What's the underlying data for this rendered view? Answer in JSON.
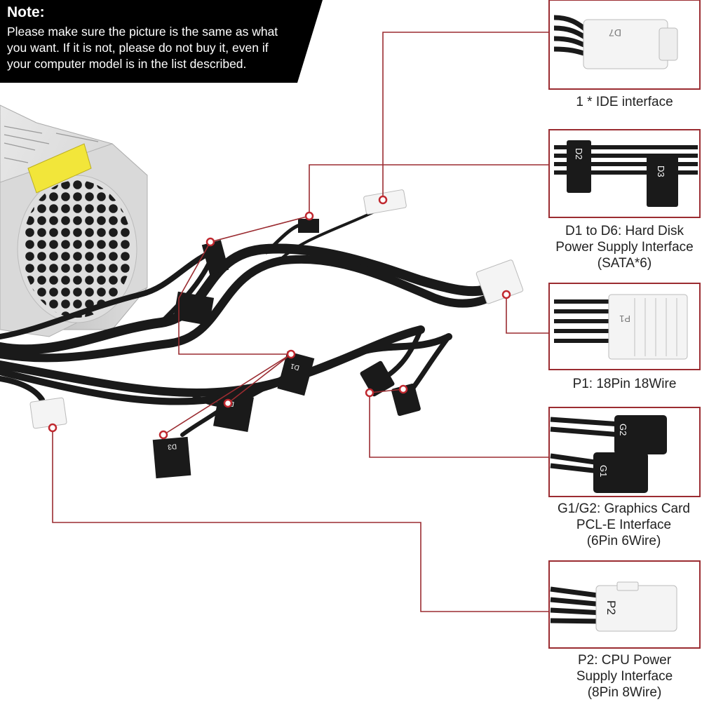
{
  "note": {
    "title": "Note:",
    "lines": [
      "Please make sure the picture is the same as what",
      "you want. If it is not, please do not buy it, even if",
      "your computer model is in the list described."
    ]
  },
  "callouts": {
    "ide": {
      "lines": [
        "1 * IDE interface"
      ]
    },
    "sata": {
      "lines": [
        "D1 to D6: Hard Disk",
        "Power Supply Interface",
        "(SATA*6)"
      ]
    },
    "p1": {
      "lines": [
        "P1:  18Pin 18Wire"
      ]
    },
    "gfx": {
      "lines": [
        "G1/G2: Graphics Card",
        "PCL-E Interface",
        "(6Pin 6Wire)"
      ]
    },
    "p2": {
      "lines": [
        "P2: CPU Power",
        "Supply Interface",
        "(8Pin 8Wire)"
      ]
    }
  },
  "connector_labels": {
    "ide": "D7",
    "sata_a": "D2",
    "sata_b": "D3",
    "p1": "P1",
    "g2": "G2",
    "g1": "G1",
    "p2": "P2",
    "main_d1": "D1",
    "main_d2": "D2",
    "main_d3": "D3"
  },
  "colors": {
    "callout_line": "#9b2c31",
    "frame": "#9b2c31",
    "cable": "#1a1a1a",
    "connector_white": "#f4f4f4",
    "psu_body": "#d6d6d6",
    "warning_label": "#f2e63a"
  }
}
